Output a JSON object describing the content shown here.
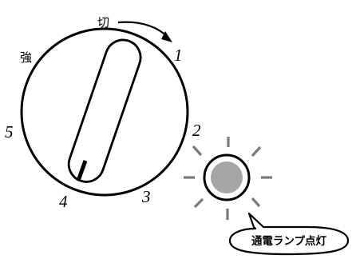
{
  "dial": {
    "label_off": "切",
    "label_strong": "強",
    "numbers": [
      "1",
      "2",
      "3",
      "4",
      "5"
    ]
  },
  "lamp": {
    "caption": "通電ランプ点灯",
    "colors": {
      "bulb_fill": "#a6a6a6",
      "outline": "#000000"
    }
  }
}
